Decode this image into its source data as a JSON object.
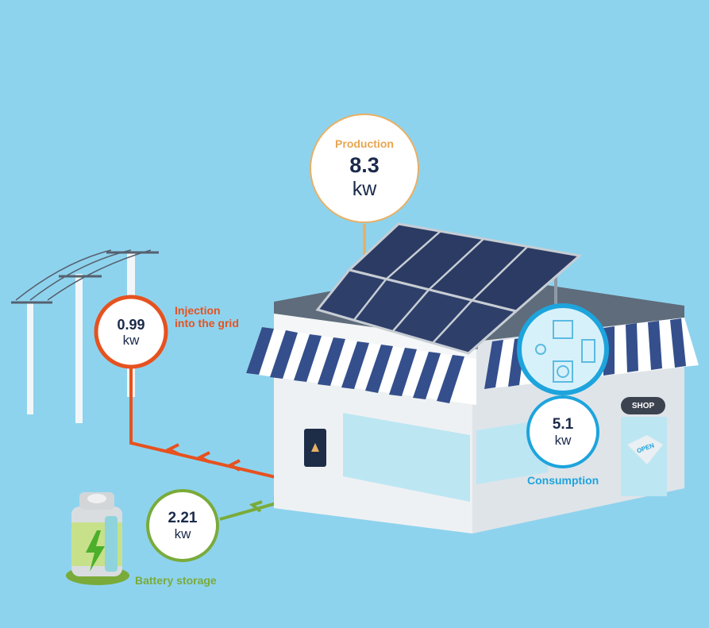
{
  "production": {
    "label": "Production",
    "value": "8.3",
    "unit": "kw"
  },
  "grid": {
    "value": "0.99",
    "unit": "kw",
    "label_line1": "Injection",
    "label_line2": "into the grid"
  },
  "consumption": {
    "value": "5.1",
    "unit": "kw",
    "label": "Consumption"
  },
  "battery": {
    "value": "2.21",
    "unit": "kw",
    "label": "Battery storage"
  },
  "shop": {
    "sign": "SHOP",
    "door_sign": "OPEN"
  },
  "colors": {
    "background": "#8ed3ee",
    "production": "#e8b063",
    "grid": "#e6521f",
    "consumption": "#1da4dd",
    "battery": "#7aab3a"
  }
}
